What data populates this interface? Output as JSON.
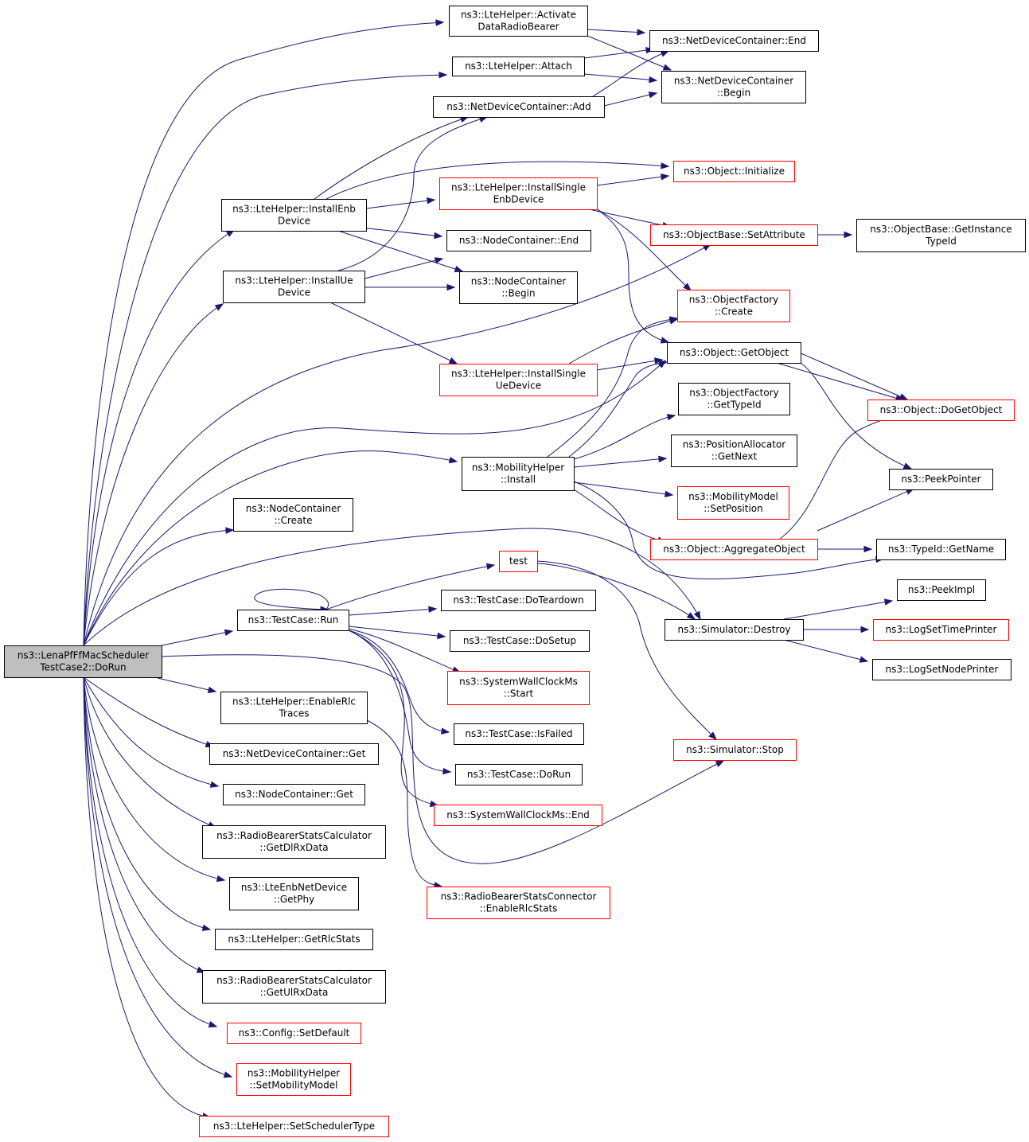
{
  "graph": {
    "colors": {
      "edge": "#191970",
      "node_border_black": "#000000",
      "node_border_red": "#ff0000",
      "root_fill": "#bfbfbf",
      "node_fill": "#ffffff"
    },
    "nodes": [
      {
        "id": "root",
        "lines": [
          "ns3::LenaPfFfMacScheduler",
          "TestCase2::DoRun"
        ],
        "border": "black",
        "root": true
      },
      {
        "id": "activate",
        "lines": [
          "ns3::LteHelper::Activate",
          "DataRadioBearer"
        ],
        "border": "black"
      },
      {
        "id": "attach",
        "lines": [
          "ns3::LteHelper::Attach"
        ],
        "border": "black"
      },
      {
        "id": "ndcadd",
        "lines": [
          "ns3::NetDeviceContainer::Add"
        ],
        "border": "black"
      },
      {
        "id": "ndcend",
        "lines": [
          "ns3::NetDeviceContainer::End"
        ],
        "border": "black"
      },
      {
        "id": "ndcbegin",
        "lines": [
          "ns3::NetDeviceContainer",
          "::Begin"
        ],
        "border": "black"
      },
      {
        "id": "objinit",
        "lines": [
          "ns3::Object::Initialize"
        ],
        "border": "red"
      },
      {
        "id": "installenb",
        "lines": [
          "ns3::LteHelper::InstallEnb",
          "Device"
        ],
        "border": "black"
      },
      {
        "id": "singleenb",
        "lines": [
          "ns3::LteHelper::InstallSingle",
          "EnbDevice"
        ],
        "border": "red"
      },
      {
        "id": "setattr",
        "lines": [
          "ns3::ObjectBase::SetAttribute"
        ],
        "border": "red"
      },
      {
        "id": "getinst",
        "lines": [
          "ns3::ObjectBase::GetInstance",
          "TypeId"
        ],
        "border": "black"
      },
      {
        "id": "ncend",
        "lines": [
          "ns3::NodeContainer::End"
        ],
        "border": "black"
      },
      {
        "id": "installue",
        "lines": [
          "ns3::LteHelper::InstallUe",
          "Device"
        ],
        "border": "black"
      },
      {
        "id": "ncbegin",
        "lines": [
          "ns3::NodeContainer",
          "::Begin"
        ],
        "border": "black"
      },
      {
        "id": "ofcreate",
        "lines": [
          "ns3::ObjectFactory",
          "::Create"
        ],
        "border": "red"
      },
      {
        "id": "getobject",
        "lines": [
          "ns3::Object::GetObject"
        ],
        "border": "black"
      },
      {
        "id": "singleue",
        "lines": [
          "ns3::LteHelper::InstallSingle",
          "UeDevice"
        ],
        "border": "red"
      },
      {
        "id": "dogetobject",
        "lines": [
          "ns3::Object::DoGetObject"
        ],
        "border": "red"
      },
      {
        "id": "ofgettypeid",
        "lines": [
          "ns3::ObjectFactory",
          "::GetTypeId"
        ],
        "border": "black"
      },
      {
        "id": "mobinstall",
        "lines": [
          "ns3::MobilityHelper",
          "::Install"
        ],
        "border": "black"
      },
      {
        "id": "posnext",
        "lines": [
          "ns3::PositionAllocator",
          "::GetNext"
        ],
        "border": "black"
      },
      {
        "id": "peekpointer",
        "lines": [
          "ns3::PeekPointer"
        ],
        "border": "black"
      },
      {
        "id": "ncreate",
        "lines": [
          "ns3::NodeContainer",
          "::Create"
        ],
        "border": "black"
      },
      {
        "id": "setpos",
        "lines": [
          "ns3::MobilityModel",
          "::SetPosition"
        ],
        "border": "red"
      },
      {
        "id": "aggregate",
        "lines": [
          "ns3::Object::AggregateObject"
        ],
        "border": "red"
      },
      {
        "id": "typename",
        "lines": [
          "ns3::TypeId::GetName"
        ],
        "border": "black"
      },
      {
        "id": "test",
        "lines": [
          "test"
        ],
        "border": "red"
      },
      {
        "id": "peekimpl",
        "lines": [
          "ns3::PeekImpl"
        ],
        "border": "black"
      },
      {
        "id": "tcrun",
        "lines": [
          "ns3::TestCase::Run"
        ],
        "border": "black"
      },
      {
        "id": "teardown",
        "lines": [
          "ns3::TestCase::DoTeardown"
        ],
        "border": "black"
      },
      {
        "id": "simdestroy",
        "lines": [
          "ns3::Simulator::Destroy"
        ],
        "border": "black"
      },
      {
        "id": "logtime",
        "lines": [
          "ns3::LogSetTimePrinter"
        ],
        "border": "red"
      },
      {
        "id": "dosetup",
        "lines": [
          "ns3::TestCase::DoSetup"
        ],
        "border": "black"
      },
      {
        "id": "lognode",
        "lines": [
          "ns3::LogSetNodePrinter"
        ],
        "border": "black"
      },
      {
        "id": "wallstart",
        "lines": [
          "ns3::SystemWallClockMs",
          "::Start"
        ],
        "border": "red"
      },
      {
        "id": "enablerlc",
        "lines": [
          "ns3::LteHelper::EnableRlc",
          "Traces"
        ],
        "border": "black"
      },
      {
        "id": "isfailed",
        "lines": [
          "ns3::TestCase::IsFailed"
        ],
        "border": "black"
      },
      {
        "id": "ndcget",
        "lines": [
          "ns3::NetDeviceContainer::Get"
        ],
        "border": "black"
      },
      {
        "id": "simstop",
        "lines": [
          "ns3::Simulator::Stop"
        ],
        "border": "red"
      },
      {
        "id": "tcdorun",
        "lines": [
          "ns3::TestCase::DoRun"
        ],
        "border": "black"
      },
      {
        "id": "ncget",
        "lines": [
          "ns3::NodeContainer::Get"
        ],
        "border": "black"
      },
      {
        "id": "wallend",
        "lines": [
          "ns3::SystemWallClockMs::End"
        ],
        "border": "red"
      },
      {
        "id": "dlrx",
        "lines": [
          "ns3::RadioBearerStatsCalculator",
          "::GetDlRxData"
        ],
        "border": "black"
      },
      {
        "id": "getphy",
        "lines": [
          "ns3::LteEnbNetDevice",
          "::GetPhy"
        ],
        "border": "black"
      },
      {
        "id": "rlcconn",
        "lines": [
          "ns3::RadioBearerStatsConnector",
          "::EnableRlcStats"
        ],
        "border": "red"
      },
      {
        "id": "getrlc",
        "lines": [
          "ns3::LteHelper::GetRlcStats"
        ],
        "border": "black"
      },
      {
        "id": "ulrx",
        "lines": [
          "ns3::RadioBearerStatsCalculator",
          "::GetUlRxData"
        ],
        "border": "black"
      },
      {
        "id": "cfgdefault",
        "lines": [
          "ns3::Config::SetDefault"
        ],
        "border": "red"
      },
      {
        "id": "setmob",
        "lines": [
          "ns3::MobilityHelper",
          "::SetMobilityModel"
        ],
        "border": "red"
      },
      {
        "id": "setsched",
        "lines": [
          "ns3::LteHelper::SetSchedulerType"
        ],
        "border": "red"
      }
    ]
  }
}
